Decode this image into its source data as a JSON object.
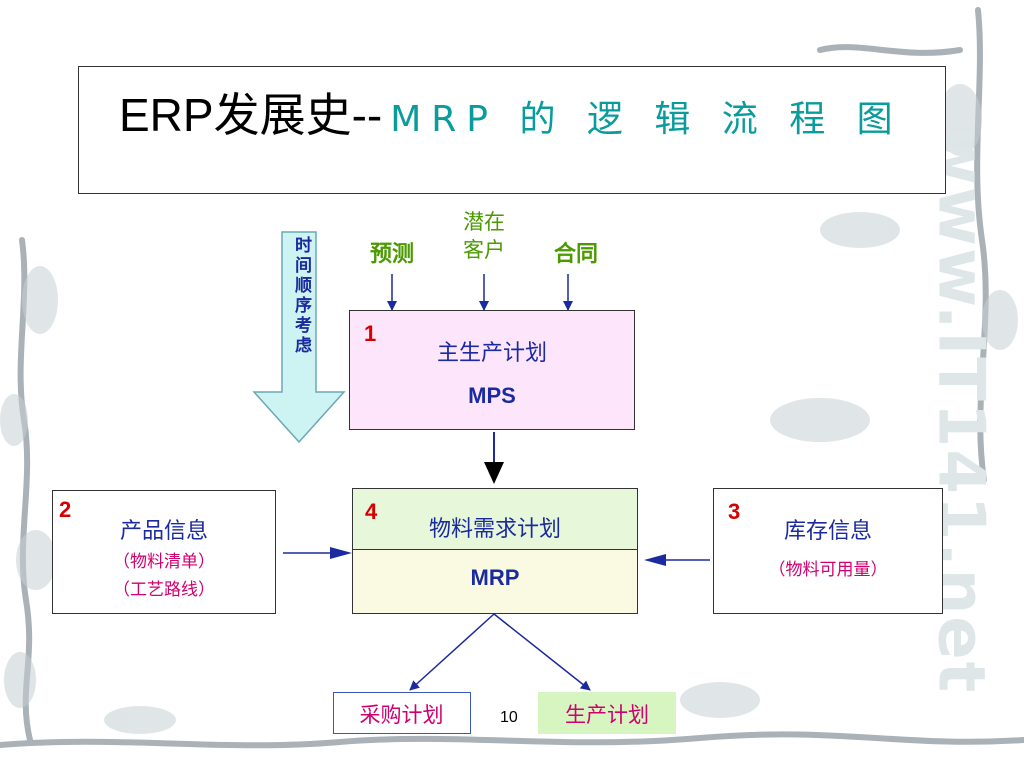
{
  "title": {
    "main": "ERP发展史--",
    "sub": "MRP 的 逻 辑 流 程 图"
  },
  "watermark": "www.IT141.net",
  "inputs": {
    "forecast": "预测",
    "potential_line1": "潜在",
    "potential_line2": "客户",
    "contract": "合同"
  },
  "time_order": "时间顺序考虑",
  "mps": {
    "number": "1",
    "name": "主生产计划",
    "abbr": "MPS"
  },
  "product": {
    "number": "2",
    "name": "产品信息",
    "line1": "（物料清单）",
    "line2": "（工艺路线）"
  },
  "inventory": {
    "number": "3",
    "name": "库存信息",
    "line1": "（物料可用量）"
  },
  "mrp": {
    "number": "4",
    "name": "物料需求计划",
    "abbr": "MRP"
  },
  "outputs": {
    "purchase": "采购计划",
    "production": "生产计划"
  },
  "page_number": "10",
  "colors": {
    "accent": "#0a9c9c",
    "number": "#d60000",
    "blue_text": "#1b2a9e",
    "red_text": "#d0006f",
    "green_text": "#4a9a00",
    "mps_fill": "#fde6fb",
    "mrp_top_fill": "#e7f8da",
    "mrp_bottom_fill": "#fafae3",
    "production_fill": "#d6f5c0",
    "arrow_fill": "#cdf3f3"
  }
}
